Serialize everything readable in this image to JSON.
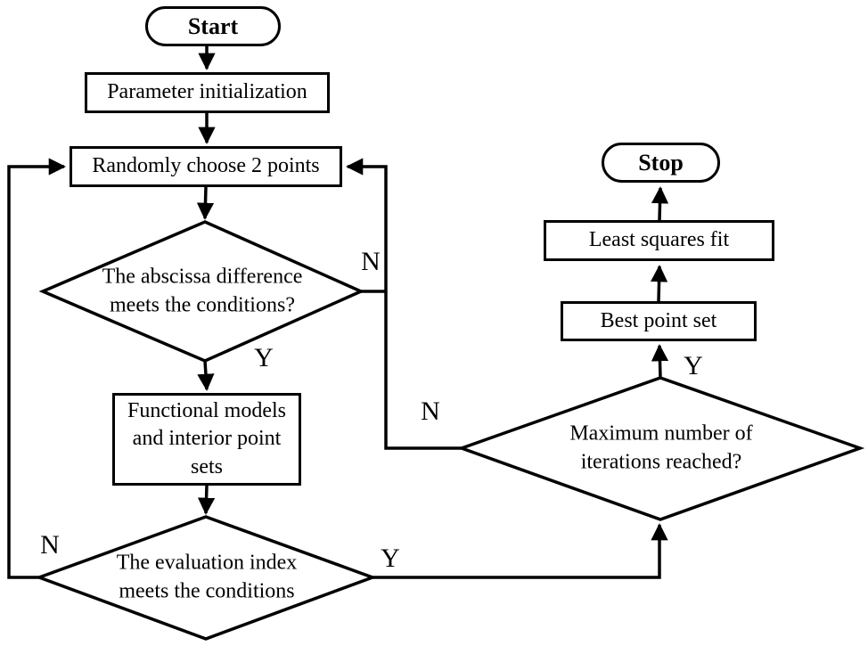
{
  "nodes": {
    "start": {
      "label": "Start",
      "type": "terminator"
    },
    "parameter_initialization": {
      "label": "Parameter initialization",
      "type": "process"
    },
    "randomly_choose": {
      "label": "Randomly choose 2 points",
      "type": "process"
    },
    "abscissa_difference": {
      "label": "The abscissa difference\nmeets the conditions?",
      "type": "decision"
    },
    "functional_models": {
      "label": "Functional models\nand interior point\nsets",
      "type": "process"
    },
    "evaluation_index": {
      "label": "The evaluation index\nmeets the conditions",
      "type": "decision"
    },
    "maximum_iterations": {
      "label": "Maximum number of\niterations reached?",
      "type": "decision"
    },
    "best_point_set": {
      "label": "Best point set",
      "type": "process"
    },
    "least_squares_fit": {
      "label": "Least squares fit",
      "type": "process"
    },
    "stop": {
      "label": "Stop",
      "type": "terminator"
    }
  },
  "edge_labels": {
    "abscissa_no": "N",
    "abscissa_yes": "Y",
    "evaluation_no": "N",
    "evaluation_yes": "Y",
    "max_iterations_no": "N",
    "max_iterations_yes": "Y"
  },
  "colors": {
    "line": "#000000",
    "background": "#ffffff"
  }
}
